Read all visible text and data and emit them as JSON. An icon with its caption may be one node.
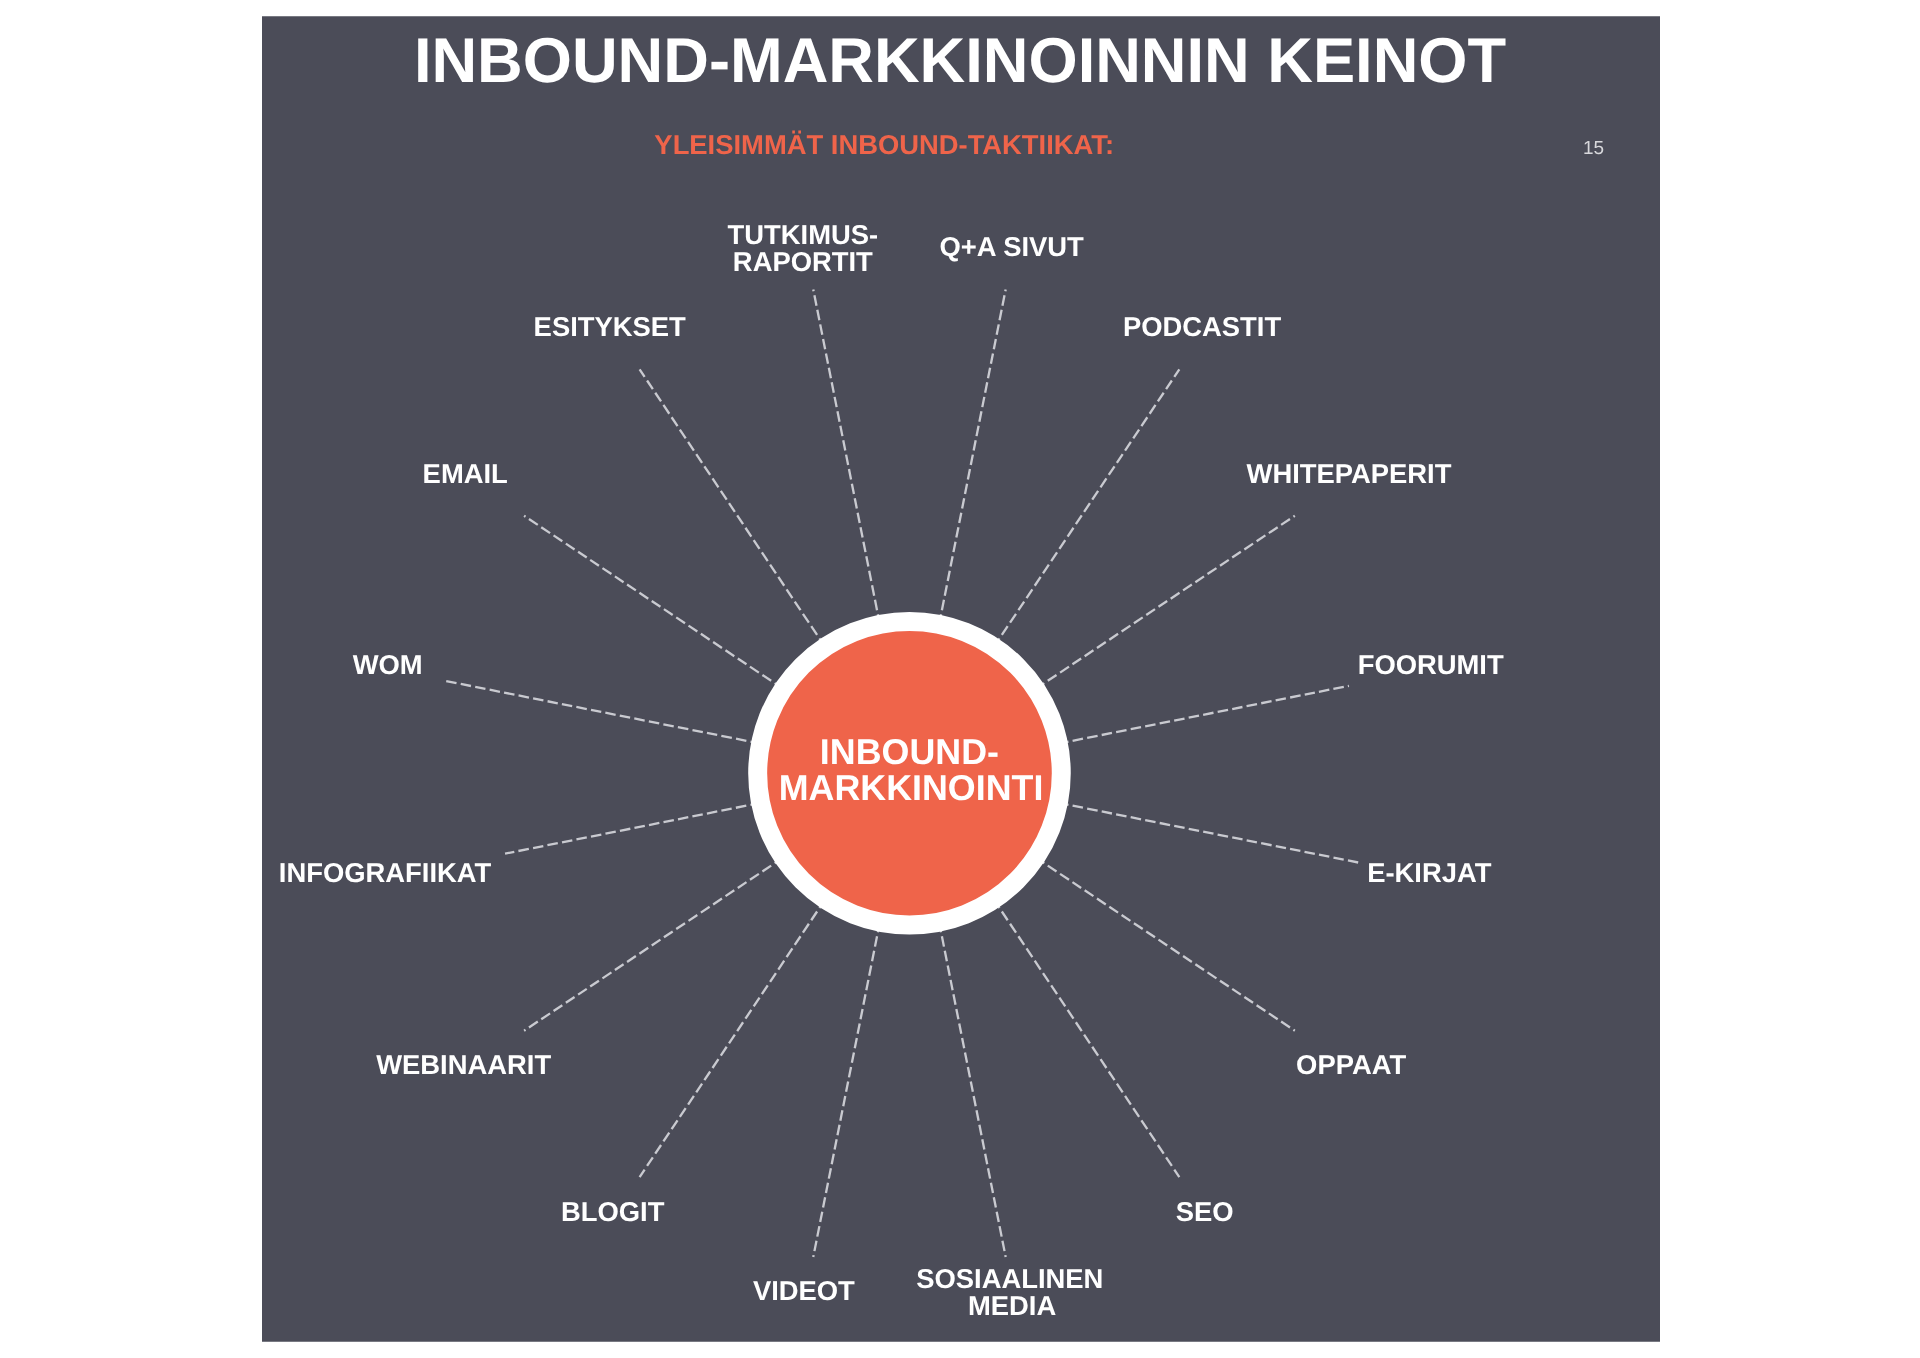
{
  "diagram": {
    "title": "INBOUND-MARKKINOINNIN KEINOT",
    "nodes": [
      {
        "text": [
          "INBOUND- MARKKINOINTI"
        ]
      },
      {
        "text": [
          "TUTKIMUS- RAPORTIT"
        ]
      },
      {
        "text": [
          "ESITYKSET"
        ]
      },
      {
        "text": [
          "Q+A SIVUT"
        ]
      },
      {
        "text": [
          "PODCASTIT"
        ]
      },
      {
        "text": [
          "EMAIL"
        ]
      },
      {
        "text": [
          "WOM"
        ]
      },
      {
        "text": [
          "WHITEPAPERIT"
        ]
      },
      {
        "text": [
          "INFOGRAFIIKAT"
        ]
      },
      {
        "text": [
          "FOORUMIT"
        ]
      },
      {
        "text": [
          "WEBINAARIT"
        ]
      },
      {
        "text": [
          "E-KIRJAT"
        ]
      },
      {
        "text": [
          "BLOGIT"
        ]
      },
      {
        "text": [
          "OPPAAT"
        ]
      },
      {
        "text": [
          "VIDEOT"
        ]
      },
      {
        "text": [
          "SEO"
        ]
      },
      {
        "text": [
          "SOSIAALINEN MEDIA"
        ]
      }
    ],
    "edges": [
      {
        "from": 0,
        "to": 1,
        "arrow": "none",
        "style": "dashed"
      },
      {
        "from": 0,
        "to": 2,
        "arrow": "none",
        "style": "dashed"
      },
      {
        "from": 0,
        "to": 3,
        "arrow": "none",
        "style": "dashed"
      },
      {
        "from": 0,
        "to": 4,
        "arrow": "none",
        "style": "dashed"
      },
      {
        "from": 0,
        "to": 5,
        "arrow": "none",
        "style": "dashed"
      },
      {
        "from": 0,
        "to": 6,
        "arrow": "none",
        "style": "dashed"
      },
      {
        "from": 0,
        "to": 7,
        "arrow": "none",
        "style": "dashed"
      },
      {
        "from": 0,
        "to": 8,
        "arrow": "none",
        "style": "dashed"
      },
      {
        "from": 0,
        "to": 9,
        "arrow": "none",
        "style": "dashed"
      },
      {
        "from": 0,
        "to": 10,
        "arrow": "none",
        "style": "dashed"
      },
      {
        "from": 0,
        "to": 11,
        "arrow": "none",
        "style": "dashed"
      },
      {
        "from": 0,
        "to": 12,
        "arrow": "none",
        "style": "dashed"
      },
      {
        "from": 0,
        "to": 13,
        "arrow": "none",
        "style": "dashed"
      },
      {
        "from": 0,
        "to": 14,
        "arrow": "none",
        "style": "dashed"
      },
      {
        "from": 0,
        "to": 15,
        "arrow": "none",
        "style": "dashed"
      },
      {
        "from": 0,
        "to": 16,
        "arrow": "none",
        "style": "dashed"
      }
    ],
    "labels": [
      "15",
      "YLEISIMMÄT INBOUND-TAKTIIKAT:"
    ]
  }
}
